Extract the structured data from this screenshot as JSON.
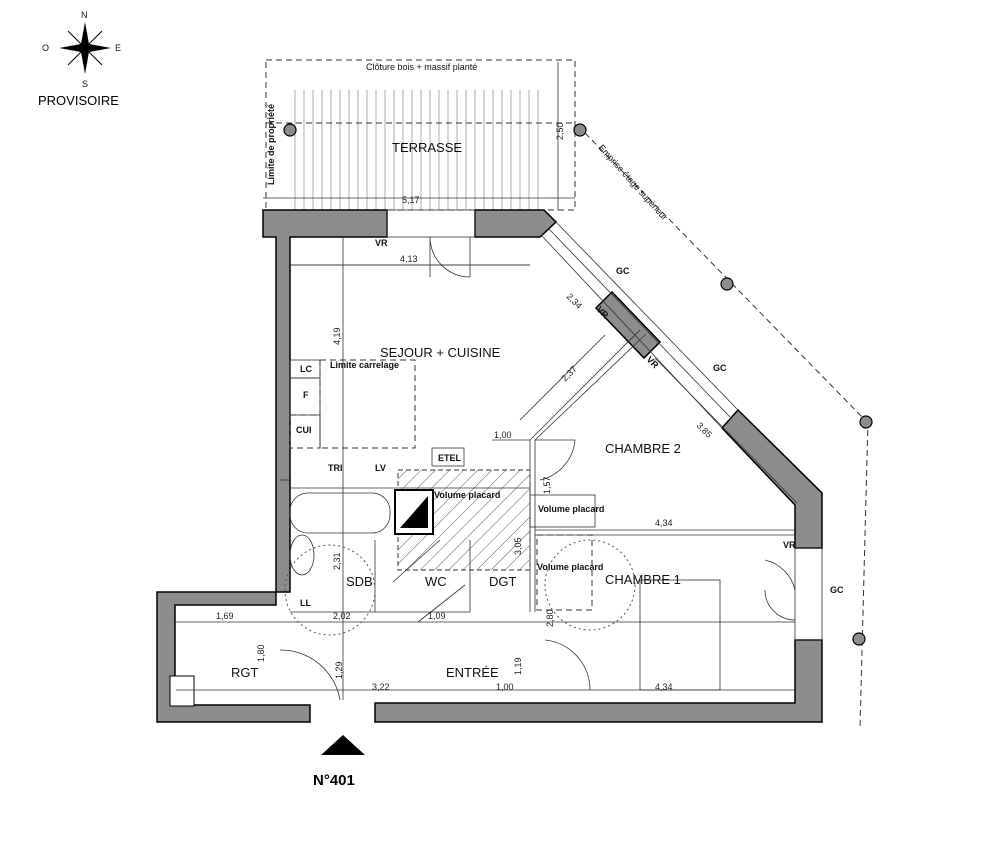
{
  "compass": {
    "n": "N",
    "s": "S",
    "e": "E",
    "o": "O"
  },
  "status_label": "PROVISOIRE",
  "annotations": {
    "fence": "Clôture bois + massif planté",
    "property_limit": "Limite de propriété",
    "upper_floor": "Emprise étage supérieur",
    "tile_limit": "Limite carrelage"
  },
  "rooms": {
    "terrasse": "TERRASSE",
    "sejour": "SEJOUR + CUISINE",
    "chambre2": "CHAMBRE 2",
    "chambre1": "CHAMBRE 1",
    "sdb": "SDB",
    "wc": "WC",
    "dgt": "DGT",
    "entree": "ENTRÉE",
    "rgt": "RGT"
  },
  "fixtures": {
    "lc": "LC",
    "f": "F",
    "cui": "CUI",
    "tri": "TRI",
    "lv": "LV",
    "etel": "ETEL",
    "ll": "LL",
    "volume_placard": "Volume placard"
  },
  "openings": {
    "vr": "VR",
    "gc": "GC"
  },
  "dimensions": {
    "terrace_width": "5,17",
    "terrace_depth": "2,50",
    "sejour_w": "4,13",
    "sejour_h": "4,19",
    "diag1": "2,34",
    "diag2": "2,37",
    "diag3": "3,85",
    "dgt_w": "1,00",
    "ch2_h": "1,57",
    "ch2_w": "4,34",
    "dgt_h": "3,05",
    "sdb_h": "2,31",
    "rgt_w": "1,69",
    "sdb_w": "2,02",
    "wc_w": "1,09",
    "rgt_h": "1,80",
    "entree_h": "1,29",
    "entree_w": "3,22",
    "entree_w2": "1,00",
    "dgt_h2": "1,19",
    "ch1_h": "2,80",
    "ch1_w": "4,34"
  },
  "unit_number": "N°401"
}
